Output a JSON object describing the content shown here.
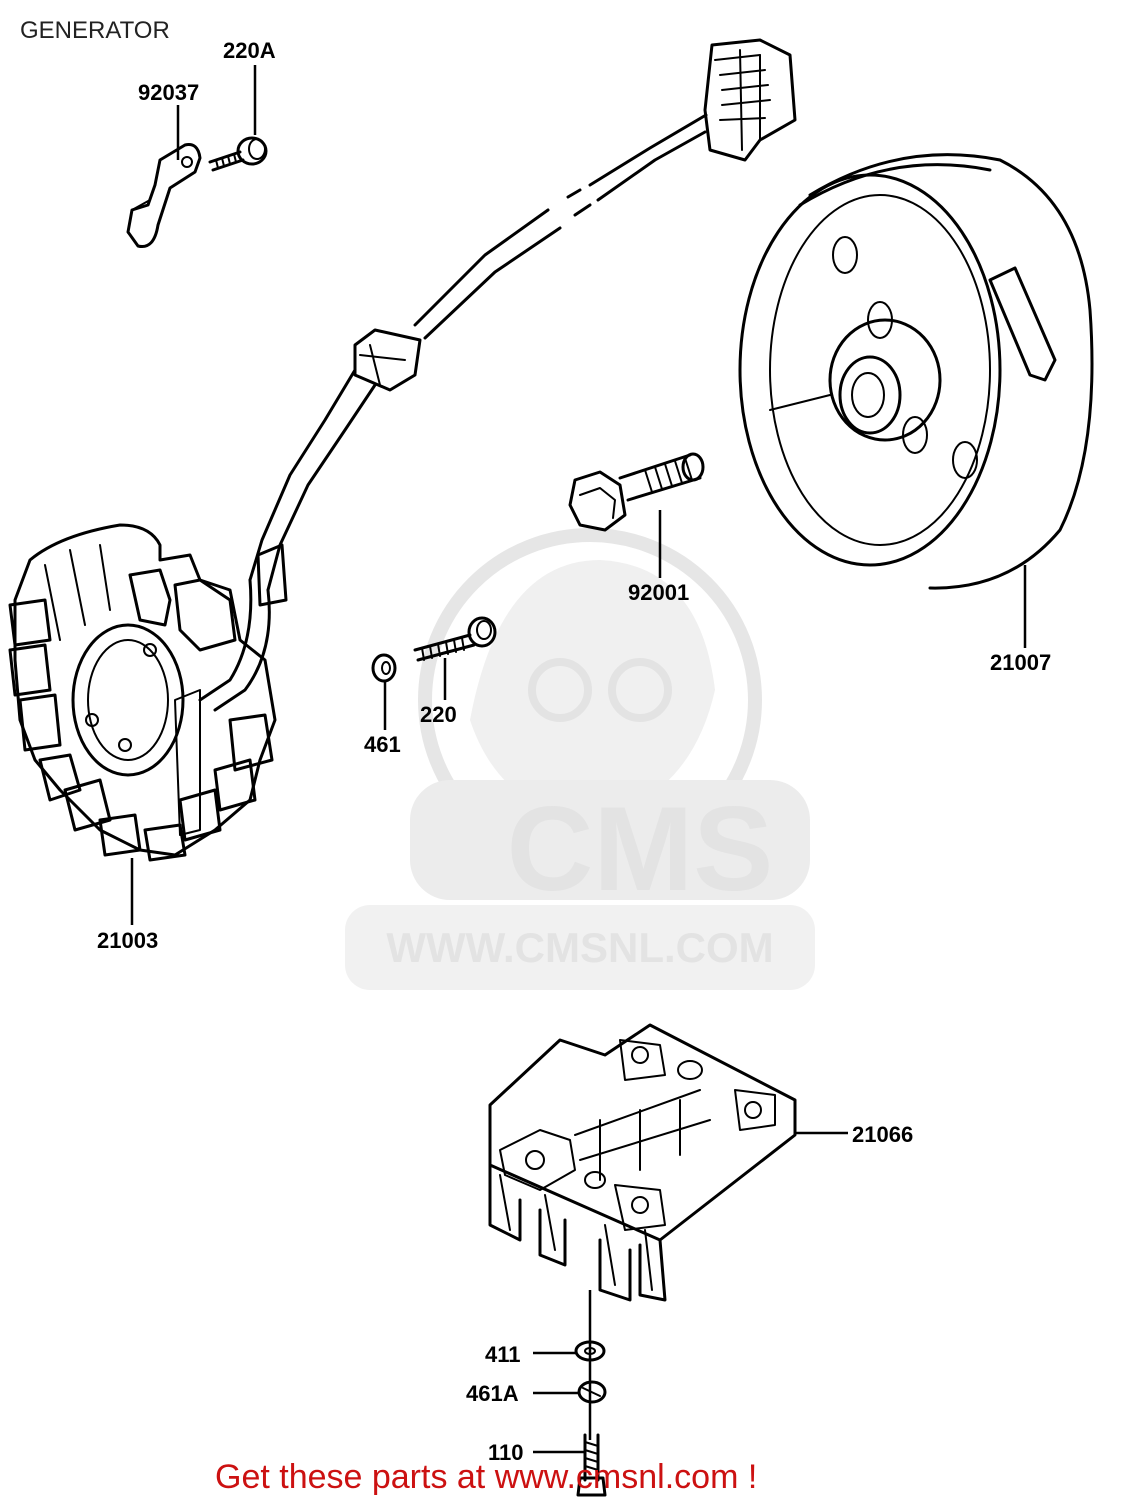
{
  "title": "GENERATOR",
  "watermark": {
    "brand": "CMS",
    "url": "WWW.CMSNL.COM",
    "color": "#e3e3e3"
  },
  "promo_text": "Get these parts at www.cmsnl.com !",
  "promo_color": "#cc1111",
  "parts": {
    "clamp": "92037",
    "clamp_bolt": "220A",
    "rotor_bolt": "92001",
    "rotor": "21007",
    "stator": "21003",
    "stator_screw": "220",
    "stator_washer": "461",
    "regulator": "21066",
    "regulator_washer": "411",
    "regulator_lockwasher": "461A",
    "regulator_bolt": "110"
  }
}
